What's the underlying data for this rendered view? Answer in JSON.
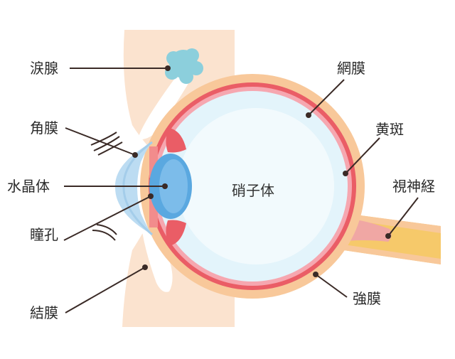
{
  "labels": {
    "lacrimal_gland": "涙腺",
    "cornea": "角膜",
    "crystalline_lens": "水晶体",
    "pupil": "瞳孔",
    "conjunctiva": "結膜",
    "retina": "網膜",
    "macula": "黄斑",
    "optic_nerve": "視神経",
    "sclera": "強膜",
    "vitreous_body": "硝子体"
  },
  "colors": {
    "skin": "#fbe3cf",
    "sclera": "#f8c89a",
    "retina": "#ea5d66",
    "vitreous": "#e3f4fb",
    "lens": "#5aa8e0",
    "cornea": "#bcdcf2",
    "lacrimal_gland": "#8ccfdc",
    "optic_nerve": "#f6c96a",
    "leader_line": "#3a2a26"
  }
}
